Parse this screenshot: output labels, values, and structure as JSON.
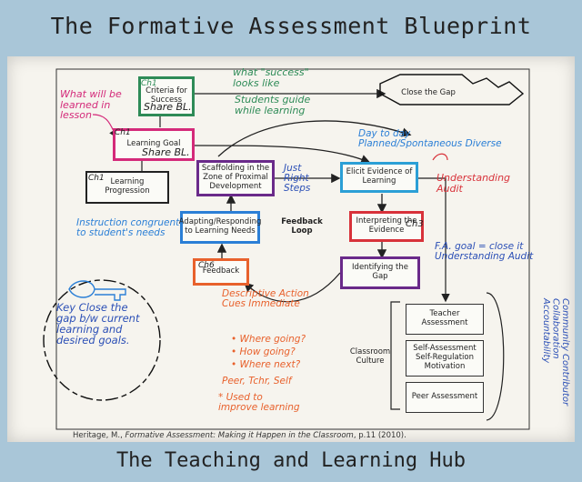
{
  "header": {
    "title": "The Formative Assessment Blueprint"
  },
  "footer": {
    "hub": "The Teaching and Learning Hub"
  },
  "diagram": {
    "criteria": "Criteria for Success",
    "close_gap": "Close the Gap",
    "learning_goal": "Learning Goal",
    "learning_progression": "Learning Progression",
    "scaffolding": "Scaffolding in the Zone of Proximal Development",
    "elicit": "Elicit Evidence of Learning",
    "adapting": "Adapting/Responding to Learning Needs",
    "feedback_loop": "Feedback Loop",
    "interpreting": "Interpreting the Evidence",
    "feedback": "Feedback",
    "identifying": "Identifying the Gap",
    "teacher_assessment": "Teacher Assessment",
    "self_assessment": "Self-Assessment Self-Regulation Motivation",
    "peer_assessment": "Peer Assessment",
    "classroom_culture": "Classroom Culture"
  },
  "annotations": {
    "what_learned": "What will be learned in lesson",
    "ch1_criteria": "Ch1",
    "share_bl_1": "Share BL.",
    "what_success": "what \"success\" looks like",
    "students_guide": "Students guide while learning",
    "day_to_day": "Day to day Planned/Spontaneous Diverse",
    "ch1_goal": "Ch1",
    "share_bl_2": "Share BL.",
    "ch1_progression": "Ch1",
    "just_right": "Just Right Steps",
    "understanding_audit": "Understanding Audit",
    "instruction": "Instruction congruent to student's needs",
    "ch3": "Ch3",
    "fa_goal": "F.A. goal = close it Understanding Audit",
    "ch6": "Ch6",
    "key_note": "Key Close the gap b/w current learning and desired goals.",
    "descriptive": "Descriptive Action Cues Immediate",
    "where_going": "• Where going?",
    "how_going": "• How going?",
    "where_next": "• Where next?",
    "peer_tchr": "Peer, Tchr, Self",
    "used_to_improve": "* Used to improve learning",
    "community": "Community Contributor Collaboration Accountability"
  },
  "citation": {
    "author": "Heritage, M.,",
    "book": "Formative Assessment: Making it Happen in the Classroom",
    "page": ", p.11 (2010)."
  },
  "colors": {
    "background": "#a9c6d8",
    "green": "#2e8b57",
    "pink": "#d42a7a",
    "blue": "#2b7fd6",
    "orange": "#e8612c",
    "red": "#d8323a",
    "purple": "#6a2a8a"
  }
}
